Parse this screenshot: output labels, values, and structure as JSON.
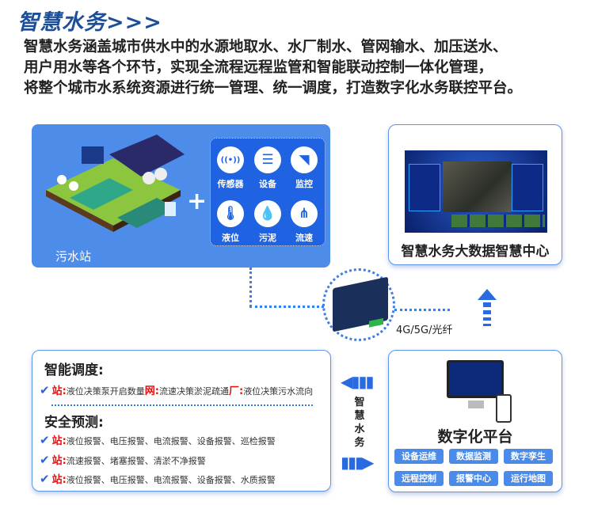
{
  "title": "智慧水务>>>",
  "intro": [
    "智慧水务涵盖城市供水中的水源地取水、水厂制水、管网输水、加压送水、",
    "用户用水等各个环节，实现全流程远程监管和智能联动控制一体化管理，",
    "将整个城市水系统资源进行统一管理、统一调度，打造数字化水务联控平台。"
  ],
  "station": {
    "label": "污水站",
    "plus": "+",
    "icons": [
      {
        "name": "sensor-icon",
        "label": "传感器",
        "glyph": "((•))"
      },
      {
        "name": "device-icon",
        "label": "设备",
        "glyph": "☰"
      },
      {
        "name": "camera-icon",
        "label": "监控",
        "glyph": "◥"
      },
      {
        "name": "thermometer-icon",
        "label": "液位",
        "glyph": "🌡"
      },
      {
        "name": "drop-icon",
        "label": "污泥",
        "glyph": "💧"
      },
      {
        "name": "flow-icon",
        "label": "流速",
        "glyph": "⋔"
      }
    ]
  },
  "datacenter": {
    "label": "智慧水务大数据智慧中心"
  },
  "network": {
    "label": "4G/5G/光纤"
  },
  "flow_label": "智慧水务",
  "schedule": {
    "title": "智能调度:",
    "rows": [
      {
        "parts": [
          [
            "站:",
            "液位决策泵开启数量"
          ],
          [
            "网:",
            "流速决策淤泥疏通"
          ],
          [
            "厂:",
            "液位决策污水流向"
          ]
        ]
      }
    ]
  },
  "safety": {
    "title": "安全预测:",
    "rows": [
      {
        "key": "站:",
        "text": "液位报警、电压报警、电流报警、设备报警、巡检报警"
      },
      {
        "key": "站:",
        "text": "流速报警、堵塞报警、清淤不净报警"
      },
      {
        "key": "站:",
        "text": "液位报警、电压报警、电流报警、设备报警、水质报警"
      }
    ]
  },
  "platform": {
    "label": "数字化平台",
    "buttons": [
      "设备运维",
      "数据监测",
      "数字孪生",
      "远程控制",
      "报警中心",
      "运行地图"
    ]
  },
  "check": "✔",
  "colors": {
    "brand": "#1d4f98",
    "accent": "#4d8ce9",
    "alert": "#e51010"
  }
}
